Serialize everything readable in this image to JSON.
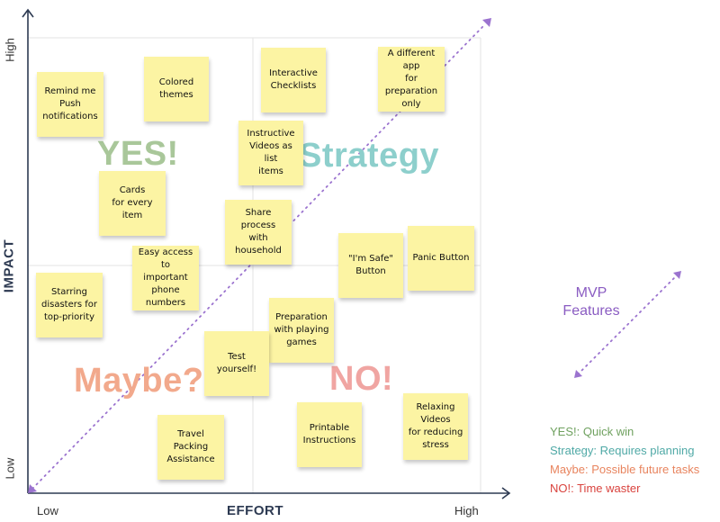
{
  "chart_data": {
    "type": "impact-effort matrix",
    "xlabel": "EFFORT",
    "ylabel": "IMPACT",
    "x_ticks": {
      "low": "Low",
      "high": "High"
    },
    "y_ticks": {
      "low": "Low",
      "high": "High"
    },
    "quadrants": {
      "top_left": "YES!",
      "top_right": "Strategy",
      "bottom_left": "Maybe?",
      "bottom_right": "NO!"
    },
    "notes": [
      "Remind me\nPush\nnotifications",
      "Colored themes",
      "Interactive\nChecklists",
      "A different app\nfor preparation\nonly",
      "Instructive\nVideos as list\nitems",
      "Cards\nfor every item",
      "Share process\nwith household",
      "\"I'm Safe\"\nButton",
      "Panic Button",
      "Starring\ndisasters for\ntop-priority",
      "Easy access to\nimportant\nphone numbers",
      "Preparation\nwith playing\ngames",
      "Test yourself!",
      "Printable\nInstructions",
      "Relaxing\nVideos\nfor reducing\nstress",
      "Travel Packing\nAssistance"
    ],
    "diagonal_label": "MVP\nFeatures",
    "legend": [
      {
        "label": "YES!: Quick win",
        "color": "#6fa15f"
      },
      {
        "label": "Strategy: Requires planning",
        "color": "#4fa9a6"
      },
      {
        "label": "Maybe: Possible future tasks",
        "color": "#e8845e"
      },
      {
        "label": "NO!: Time waster",
        "color": "#d9433e"
      }
    ]
  },
  "colors": {
    "yes": "#a9c79a",
    "strategy": "#8dcfcc",
    "maybe": "#f2a98c",
    "no": "#f0a5a2",
    "note_bg": "#fcf4a3",
    "diagonal": "#9b73cf",
    "axis": "#2d3a52"
  }
}
